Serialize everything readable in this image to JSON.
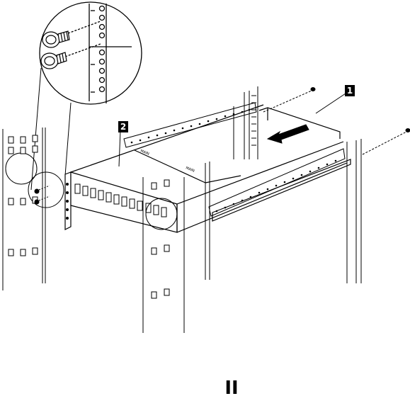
{
  "callouts": [
    {
      "id": "1",
      "label": "1"
    },
    {
      "id": "2",
      "label": "2"
    }
  ],
  "figure_mark": "II",
  "labels": {
    "main_label_a": "MAIN",
    "main_label_b": "MAIN"
  },
  "colors": {
    "line": "#000000",
    "background": "#ffffff",
    "callout_fill": "#000000"
  },
  "icons": [
    "screw-icon",
    "arrow-icon",
    "magnifier-circle"
  ]
}
